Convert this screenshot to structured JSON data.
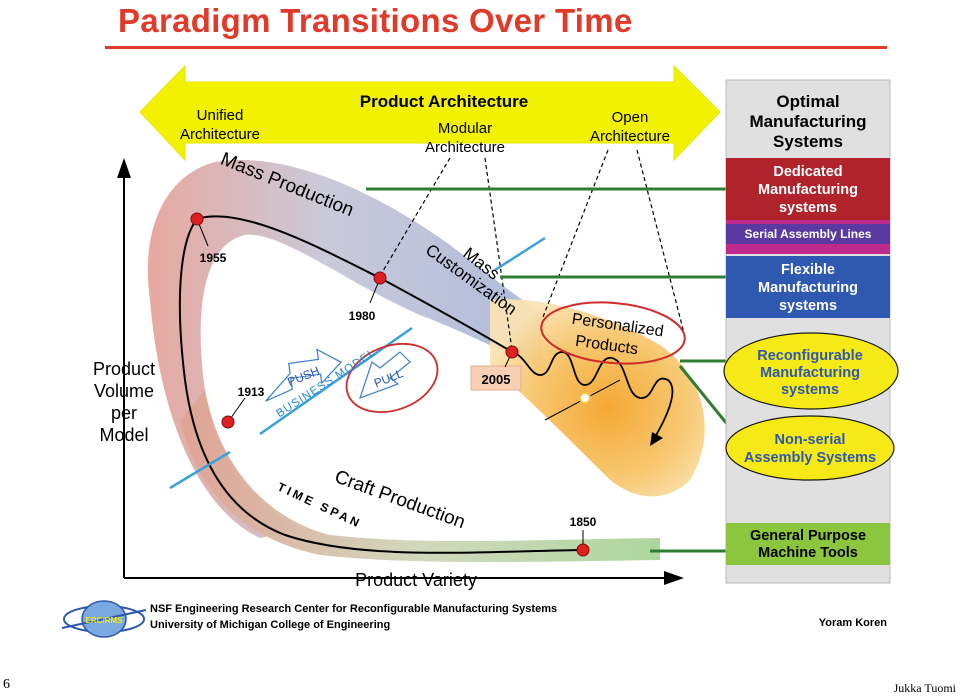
{
  "title": "Paradigm Transitions Over Time",
  "arrow": {
    "heading": "Product Architecture",
    "left": [
      "Unified",
      "Architecture"
    ],
    "middle": [
      "Modular",
      "Architecture"
    ],
    "right": [
      "Open",
      "Architecture"
    ]
  },
  "axes": {
    "y_label": [
      "Product",
      "Volume",
      "per",
      "Model"
    ],
    "x_label": "Product Variety"
  },
  "phases": {
    "mass_production": "Mass Production",
    "mass_customization": [
      "Mass",
      "Customization"
    ],
    "craft_production": "Craft Production",
    "time_span": "TIME SPAN",
    "personalized": [
      "Personalized",
      "Products"
    ]
  },
  "business_model": {
    "label": "BUSINESS MODEL",
    "push": "PUSH",
    "pull": "PULL"
  },
  "years": [
    "1955",
    "1980",
    "1913",
    "2005",
    "1850"
  ],
  "systems": {
    "header": [
      "Optimal",
      "Manufacturing",
      "Systems"
    ],
    "dedicated": [
      "Dedicated",
      "Manufacturing",
      "systems"
    ],
    "serial": "Serial Assembly Lines",
    "flexible": [
      "Flexible",
      "Manufacturing",
      "systems"
    ],
    "reconfigurable": [
      "Reconfigurable",
      "Manufacturing",
      "systems"
    ],
    "nonserial": [
      "Non-serial",
      "Assembly Systems"
    ],
    "general": [
      "General Purpose",
      "Machine Tools"
    ]
  },
  "footer": {
    "line1": "NSF Engineering Research Center for Reconfigurable Manufacturing Systems",
    "line2": "University of Michigan College of Engineering",
    "logo_text": "ERC/RMS",
    "credit": "Yoram Koren"
  },
  "slide": {
    "page_number": "6",
    "author": "Jukka Tuomi"
  },
  "colors": {
    "title_red": "#e03a2a",
    "arrow_yellow": "#f2f200",
    "dedicated_red": "#b0232a",
    "serial_magenta": "#c02a8c",
    "flexible_blue": "#2f58b0",
    "ellipse_yellow": "#f5ea16",
    "general_green": "#8cc63f",
    "connector_green": "#2e7d32",
    "year_dot_red": "#e02020"
  }
}
